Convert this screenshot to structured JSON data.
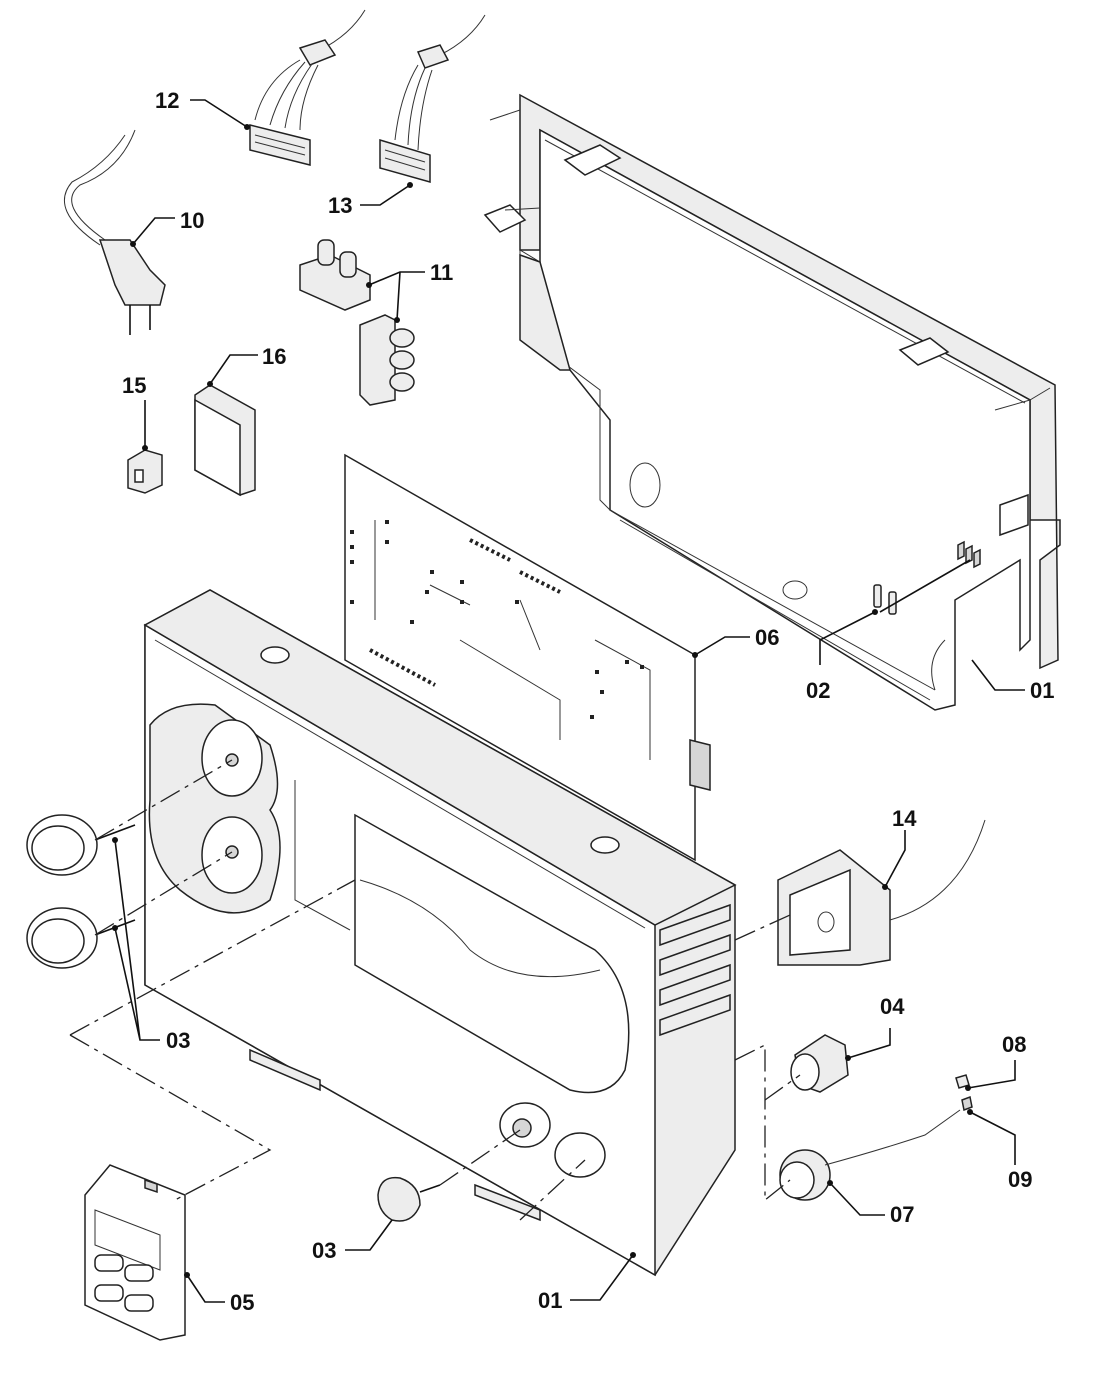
{
  "labels": {
    "p12": "12",
    "p13": "13",
    "p10": "10",
    "p11": "11",
    "p16": "16",
    "p15": "15",
    "p06": "06",
    "p02": "02",
    "p01_top": "01",
    "p14": "14",
    "p03_left": "03",
    "p04": "04",
    "p08": "08",
    "p09": "09",
    "p07": "07",
    "p03_bottom": "03",
    "p05": "05",
    "p01_bottom": "01"
  }
}
